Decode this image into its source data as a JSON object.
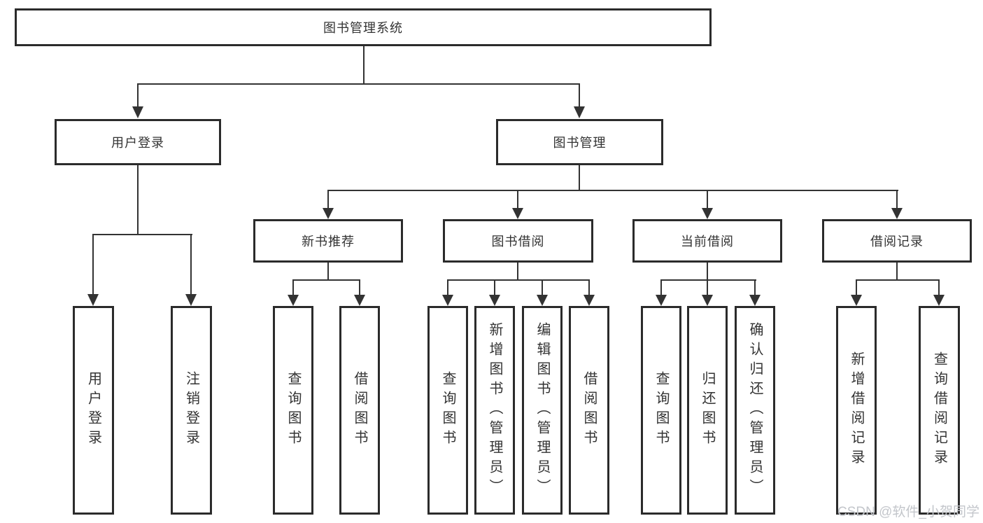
{
  "colors": {
    "line": "#333333",
    "box_border": "#2b2b2b",
    "box_bg": "#ffffff",
    "text": "#333333",
    "watermark": "#c3c6cb"
  },
  "root": {
    "label": "图书管理系统"
  },
  "branches": {
    "user_login": {
      "label": "用户登录",
      "children": [
        "用户登录",
        "注销登录"
      ]
    },
    "book_mgmt": {
      "label": "图书管理"
    }
  },
  "modules": [
    {
      "label": "新书推荐",
      "children": [
        "查询图书",
        "借阅图书"
      ]
    },
    {
      "label": "图书借阅",
      "children": [
        "查询图书",
        "新增图书（管理员）",
        "编辑图书（管理员）",
        "借阅图书"
      ]
    },
    {
      "label": "当前借阅",
      "children": [
        "查询图书",
        "归还图书",
        "确认归还（管理员）"
      ]
    },
    {
      "label": "借阅记录",
      "children": [
        "新增借阅记录",
        "查询借阅记录"
      ]
    }
  ],
  "watermark": "CSDN @软件_小贺同学"
}
